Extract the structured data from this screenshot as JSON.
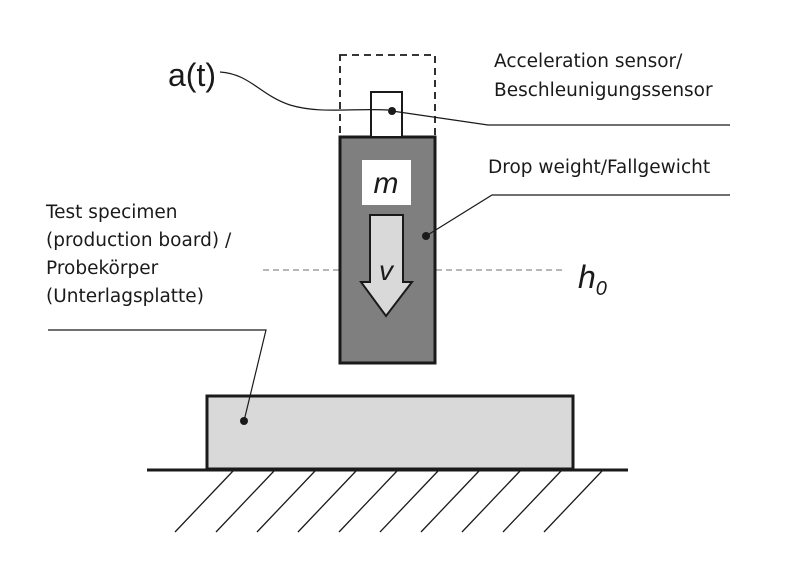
{
  "labels": {
    "acceleration_symbol": "a(t)",
    "sensor_line1": "Acceleration sensor/",
    "sensor_line2": "Beschleunigungssensor",
    "drop_weight": "Drop weight/Fallgewicht",
    "specimen_line1": "Test specimen",
    "specimen_line2": "(production board) /",
    "specimen_line3": "Probekörper",
    "specimen_line4": "(Unterlagsplatte)",
    "mass_symbol": "m",
    "velocity_symbol": "v",
    "height_symbol": "h",
    "height_subscript": "0"
  },
  "colors": {
    "drop_weight_fill": "#7f7f7f",
    "specimen_fill": "#d9d9d9",
    "arrow_fill": "#d9d9d9",
    "line": "#1a1a1a",
    "dashed": "#8c8c8c"
  }
}
